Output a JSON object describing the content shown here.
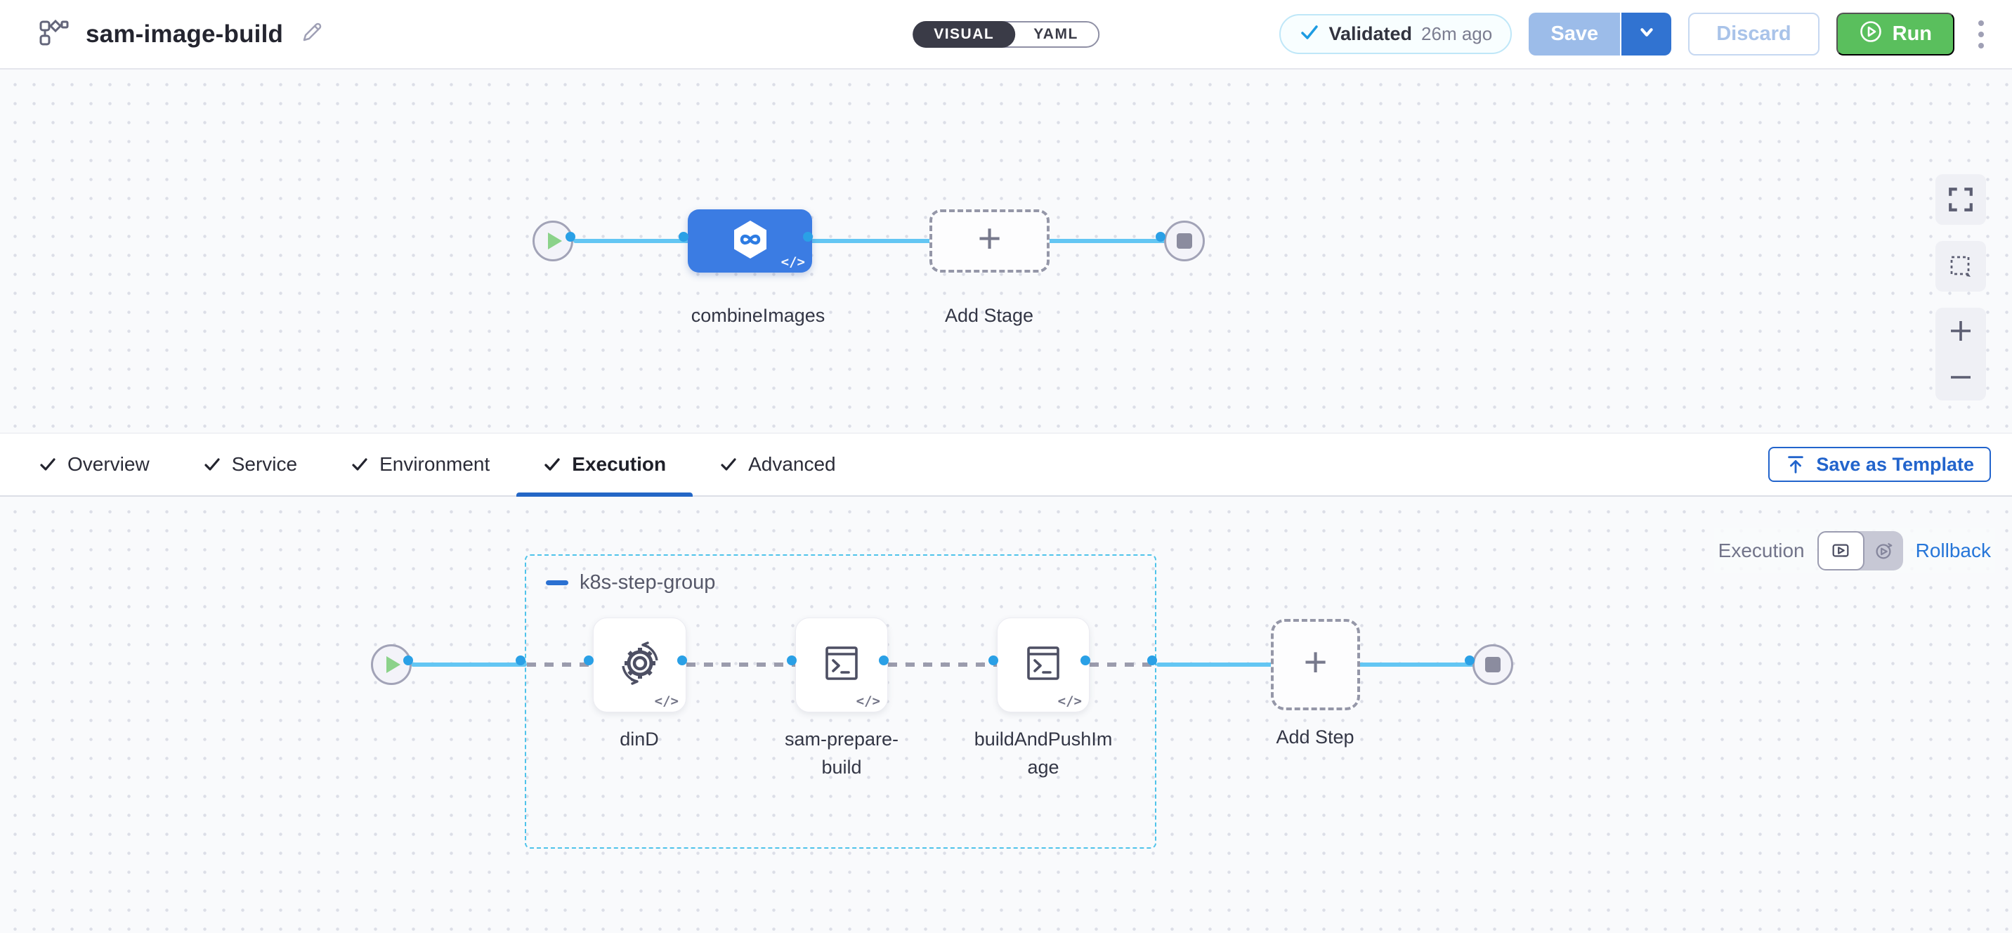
{
  "header": {
    "title": "sam-image-build",
    "view_toggle": {
      "options": [
        "VISUAL",
        "YAML"
      ],
      "selected": "VISUAL"
    },
    "validation": {
      "status": "Validated",
      "time": "26m ago"
    },
    "buttons": {
      "save": "Save",
      "discard": "Discard",
      "run": "Run"
    }
  },
  "pipeline_canvas": {
    "stages": [
      {
        "name": "combineImages",
        "type": "ci-stage",
        "icon": "hexagon-infinity-icon"
      }
    ],
    "add_stage_label": "Add Stage"
  },
  "stage_tabs": {
    "items": [
      {
        "label": "Overview",
        "checked": true,
        "active": false
      },
      {
        "label": "Service",
        "checked": true,
        "active": false
      },
      {
        "label": "Environment",
        "checked": true,
        "active": false
      },
      {
        "label": "Execution",
        "checked": true,
        "active": true
      },
      {
        "label": "Advanced",
        "checked": true,
        "active": false
      }
    ],
    "save_as_template": "Save as Template"
  },
  "execution_canvas": {
    "mode_label": "Execution",
    "rollback_label": "Rollback",
    "step_group": {
      "name": "k8s-step-group",
      "steps": [
        {
          "name": "dinD",
          "icon": "gear-sync-icon"
        },
        {
          "name": "sam-prepare-build",
          "icon": "terminal-icon"
        },
        {
          "name": "buildAndPushImage",
          "icon": "terminal-icon"
        }
      ]
    },
    "add_step_label": "Add Step"
  },
  "colors": {
    "stage_blue": "#3b7ce3",
    "flow_line_blue": "#63c6f3",
    "connector_blue": "#2aa0e6",
    "group_border_cyan": "#4fc3ea",
    "run_green": "#5abf5d",
    "save_enabled_blue": "#3173d1",
    "save_disabled_blue": "#9cbce9",
    "link_blue": "#2264cc",
    "tab_underline_blue": "#2467c6"
  }
}
